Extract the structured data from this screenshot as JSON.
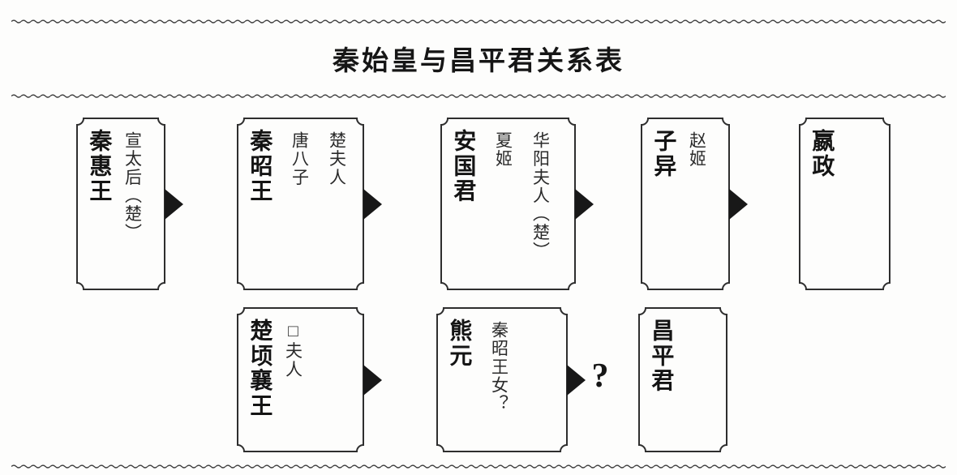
{
  "title": "秦始皇与昌平君关系表",
  "colors": {
    "ink": "#1d1d1d",
    "frame_stroke": "#2e2e2e",
    "arrow_fill": "#181818",
    "wave_stroke": "#3a3a3a",
    "background": "#fdfdfc"
  },
  "diagram": {
    "rows": [
      {
        "nodes": [
          {
            "main": "秦惠王",
            "consorts": [
              "宣太后（楚）"
            ],
            "arrow": true
          },
          {
            "main": "秦昭王",
            "consorts": [
              "唐八子",
              "楚夫人"
            ],
            "arrow": true
          },
          {
            "main": "安国君",
            "consorts": [
              "夏姬",
              "华阳夫人（楚）"
            ],
            "arrow": true
          },
          {
            "main": "子异",
            "consorts": [
              "赵姬"
            ],
            "arrow": true
          },
          {
            "main": "嬴政",
            "consorts": [],
            "arrow": false
          }
        ]
      },
      {
        "nodes": [
          {
            "main": "楚顷襄王",
            "consorts": [
              "□夫人"
            ],
            "arrow": true
          },
          {
            "main": "熊元",
            "consorts": [
              "秦昭王女？"
            ],
            "arrow": true
          },
          {
            "main": "昌平君",
            "consorts": [],
            "arrow": false
          }
        ]
      }
    ],
    "uncertain_mark": "?"
  }
}
